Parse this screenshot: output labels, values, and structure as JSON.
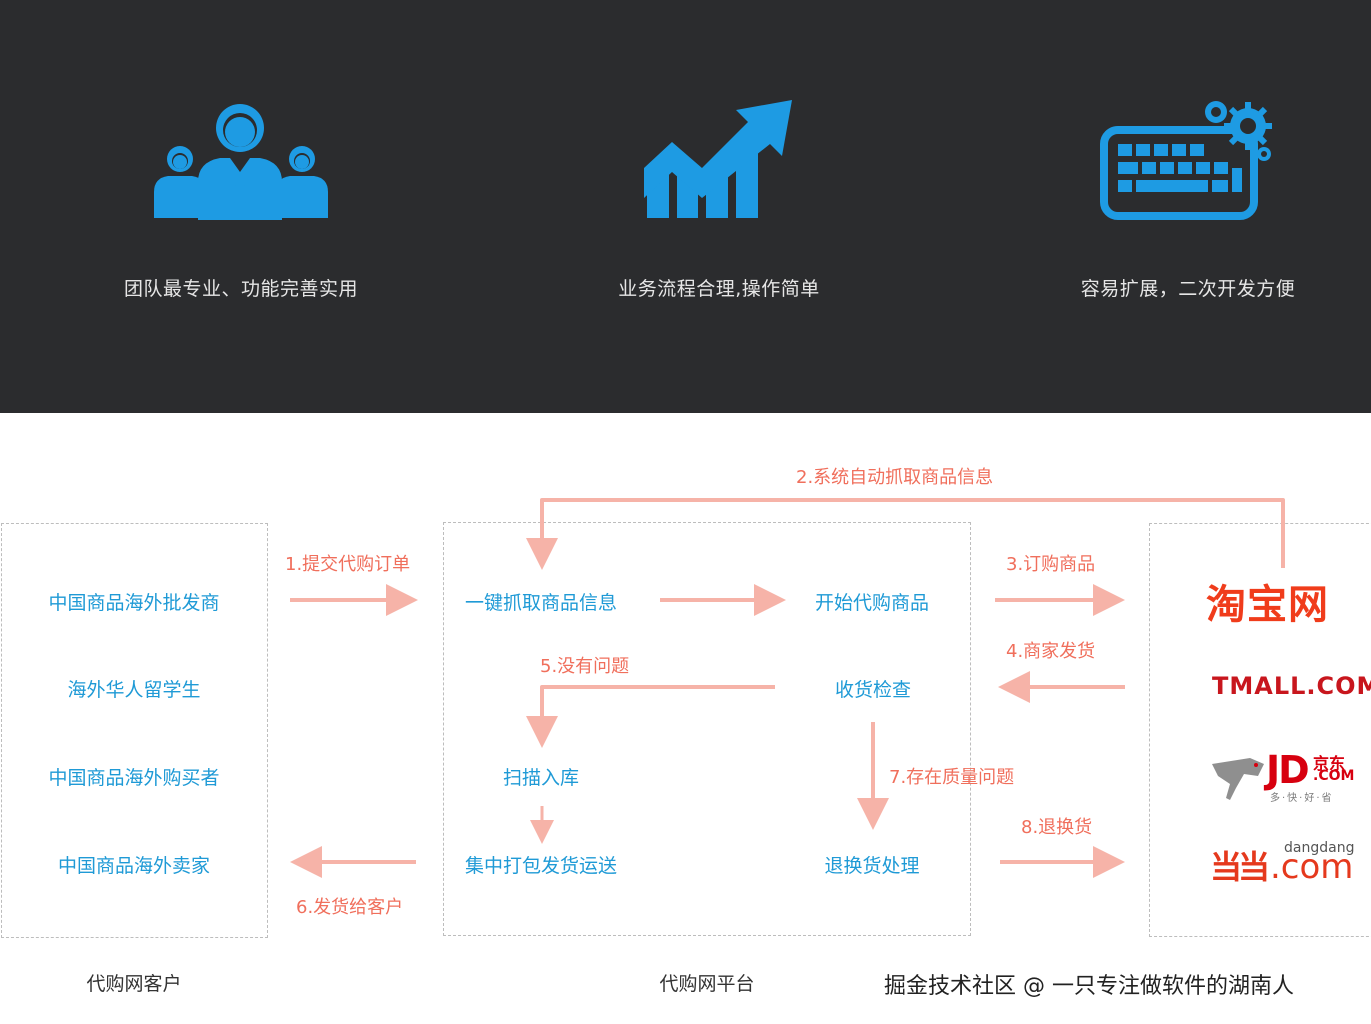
{
  "features": [
    {
      "icon": "team-icon",
      "label": "团队最专业、功能完善实用"
    },
    {
      "icon": "growth-chart-icon",
      "label": "业务流程合理,操作简单"
    },
    {
      "icon": "keyboard-gears-icon",
      "label": "容易扩展，二次开发方便"
    }
  ],
  "customers": {
    "items": [
      "中国商品海外批发商",
      "海外华人留学生",
      "中国商品海外购买者",
      "中国商品海外卖家"
    ],
    "caption": "代购网客户"
  },
  "platform": {
    "steps": {
      "grab": "一键抓取商品信息",
      "start": "开始代购商品",
      "inspect": "收货检查",
      "scan": "扫描入库",
      "pack": "集中打包发货运送",
      "return_handle": "退换货处理"
    },
    "caption": "代购网平台"
  },
  "flow_labels": {
    "submit_order": "1.提交代购订单",
    "auto_grab": "2.系统自动抓取商品信息",
    "order_goods": "3.订购商品",
    "merchant_ship": "4.商家发货",
    "no_problem": "5.没有问题",
    "ship_customer": "6.发货给客户",
    "quality_issue": "7.存在质量问题",
    "return_goods": "8.退换货"
  },
  "stores": {
    "taobao": "淘宝网",
    "tmall": "TMALL.COM",
    "jd_mark": "JD",
    "jd_cn": "京东",
    "jd_com": ".COM",
    "jd_slogan": "多·快·好·省",
    "dangdang_mark": "当当",
    "dangdang_small": "dangdang",
    "dangdang_com": ".com"
  },
  "watermark": "掘金技术社区 @ 一只专注做软件的湖南人",
  "colors": {
    "dark_bg": "#2b2c2e",
    "icon_blue": "#1e9be3",
    "text_blue": "#1f9ad6",
    "arrow_salmon": "#f6b3a8",
    "label_salmon": "#f06f5c"
  }
}
